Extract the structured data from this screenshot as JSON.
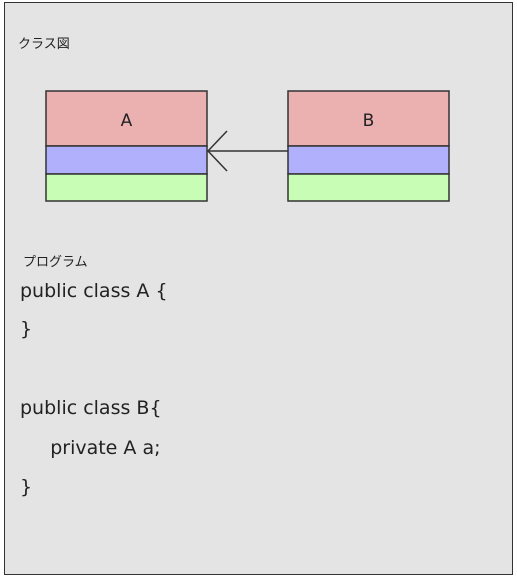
{
  "diagram": {
    "title": "クラス図",
    "classes": [
      {
        "name": "A",
        "colors": {
          "name": "#ebb1b1",
          "attributes": "#b0b0fd",
          "methods": "#c8fdb6"
        }
      },
      {
        "name": "B",
        "colors": {
          "name": "#ebb1b1",
          "attributes": "#b0b0fd",
          "methods": "#c8fdb6"
        }
      }
    ],
    "relationship": {
      "from": "B",
      "to": "A",
      "type": "navigable association"
    }
  },
  "program": {
    "title": "プログラム",
    "lines": [
      "public class A {",
      "}",
      "",
      "public class B{",
      "     private A a;",
      "}"
    ]
  }
}
